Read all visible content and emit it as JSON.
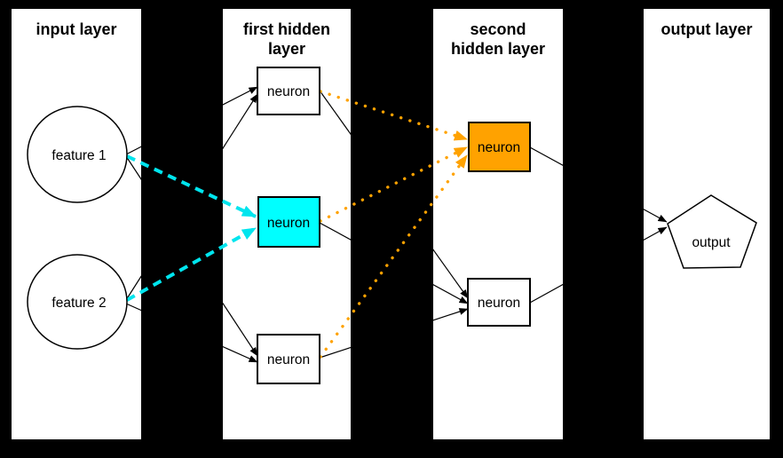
{
  "diagram": {
    "type": "neural-network-diagram",
    "background_color": "#000000",
    "panel_color": "#ffffff",
    "text_color": "#000000",
    "colors": {
      "cyan_node_fill": "#00ffff",
      "cyan_edge": "#00e5ee",
      "orange_node_fill": "#ffa200",
      "orange_edge": "#ffa200",
      "default_edge": "#000000",
      "node_border": "#000000"
    },
    "layers": [
      {
        "title": "input layer",
        "title_lines": [
          "input layer"
        ],
        "nodes": [
          {
            "label": "feature 1",
            "shape": "circle",
            "fill": "#ffffff"
          },
          {
            "label": "feature 2",
            "shape": "circle",
            "fill": "#ffffff"
          }
        ]
      },
      {
        "title": "first hidden layer",
        "title_lines": [
          "first hidden",
          "layer"
        ],
        "nodes": [
          {
            "label": "neuron",
            "shape": "box",
            "fill": "#ffffff"
          },
          {
            "label": "neuron",
            "shape": "box",
            "fill": "#00ffff"
          },
          {
            "label": "neuron",
            "shape": "box",
            "fill": "#ffffff"
          }
        ]
      },
      {
        "title": "second hidden layer",
        "title_lines": [
          "second",
          "hidden layer"
        ],
        "nodes": [
          {
            "label": "neuron",
            "shape": "box",
            "fill": "#ffa200"
          },
          {
            "label": "neuron",
            "shape": "box",
            "fill": "#ffffff"
          }
        ]
      },
      {
        "title": "output layer",
        "title_lines": [
          "output layer"
        ],
        "nodes": [
          {
            "label": "output",
            "shape": "pentagon",
            "fill": "#ffffff"
          }
        ]
      }
    ],
    "edges": [
      {
        "from": "feature 1",
        "to": "first hidden neuron 1",
        "style": "solid",
        "color": "#000000"
      },
      {
        "from": "feature 1",
        "to": "first hidden neuron 2 (cyan)",
        "style": "dashed",
        "color": "#00e5ee"
      },
      {
        "from": "feature 1",
        "to": "first hidden neuron 3",
        "style": "solid",
        "color": "#000000"
      },
      {
        "from": "feature 2",
        "to": "first hidden neuron 1",
        "style": "solid",
        "color": "#000000"
      },
      {
        "from": "feature 2",
        "to": "first hidden neuron 2 (cyan)",
        "style": "dashed",
        "color": "#00e5ee"
      },
      {
        "from": "feature 2",
        "to": "first hidden neuron 3",
        "style": "solid",
        "color": "#000000"
      },
      {
        "from": "first hidden neuron 1",
        "to": "second hidden neuron 1 (orange)",
        "style": "dotted",
        "color": "#ffa200"
      },
      {
        "from": "first hidden neuron 1",
        "to": "second hidden neuron 2",
        "style": "solid",
        "color": "#000000"
      },
      {
        "from": "first hidden neuron 2 (cyan)",
        "to": "second hidden neuron 1 (orange)",
        "style": "dotted",
        "color": "#ffa200"
      },
      {
        "from": "first hidden neuron 2 (cyan)",
        "to": "second hidden neuron 2",
        "style": "solid",
        "color": "#000000"
      },
      {
        "from": "first hidden neuron 3",
        "to": "second hidden neuron 1 (orange)",
        "style": "dotted",
        "color": "#ffa200"
      },
      {
        "from": "first hidden neuron 3",
        "to": "second hidden neuron 2",
        "style": "solid",
        "color": "#000000"
      },
      {
        "from": "second hidden neuron 1 (orange)",
        "to": "output",
        "style": "solid",
        "color": "#000000"
      },
      {
        "from": "second hidden neuron 2",
        "to": "output",
        "style": "solid",
        "color": "#000000"
      }
    ]
  }
}
